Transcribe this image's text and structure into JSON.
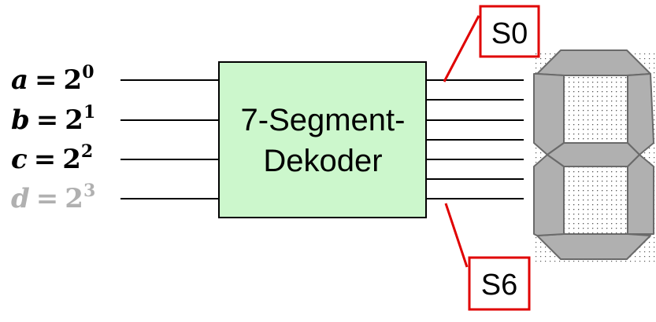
{
  "inputs": [
    {
      "var": "a",
      "eq": "=",
      "base": "2",
      "exp": "0",
      "color": "#000000"
    },
    {
      "var": "b",
      "eq": "=",
      "base": "2",
      "exp": "1",
      "color": "#000000"
    },
    {
      "var": "c",
      "eq": "=",
      "base": "2",
      "exp": "2",
      "color": "#000000"
    },
    {
      "var": "d",
      "eq": "=",
      "base": "2",
      "exp": "3",
      "color": "#b0b0b0"
    }
  ],
  "decoder": {
    "line1": "7-Segment-",
    "line2": "Dekoder",
    "fill": "#ccf7cc"
  },
  "outputs": {
    "first_label": "S0",
    "last_label": "S6",
    "count": 7,
    "marker_color": "#e00000"
  },
  "display": {
    "segment_color": "#b0b0b0",
    "digit": "8"
  }
}
